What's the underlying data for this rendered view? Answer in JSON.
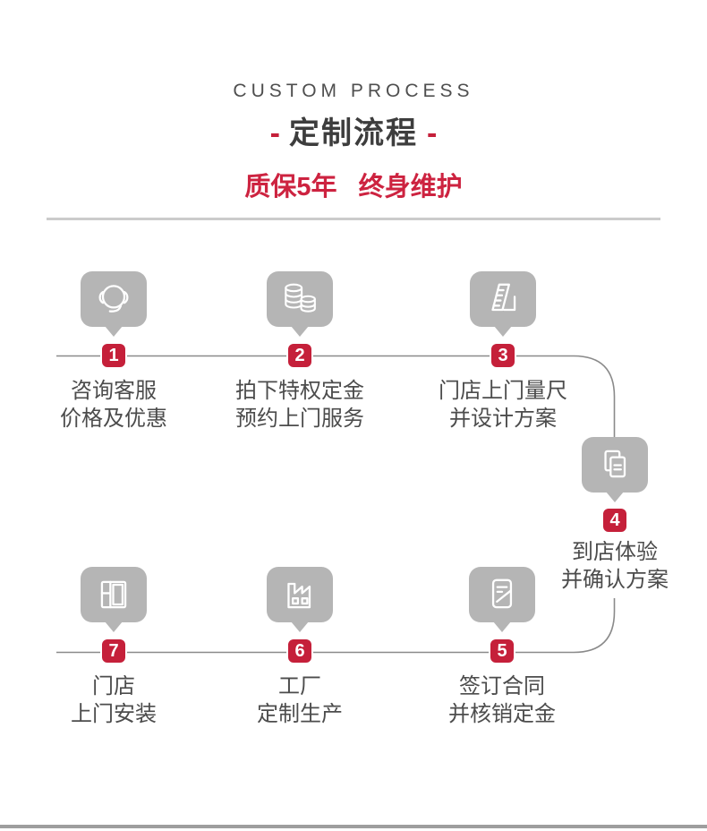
{
  "header": {
    "eyebrow": "CUSTOM PROCESS",
    "title_dash_left": "-",
    "title": "定制流程",
    "title_dash_right": "-",
    "warranty": "质保5年",
    "maintenance": "终身维护"
  },
  "colors": {
    "accent_red": "#c5203a",
    "subtitle_red": "#cd2340",
    "bubble_gray": "#b5b5b5",
    "connector_gray": "#8a8a8a",
    "divider_gray": "#cbcbcb",
    "step_text": "#4c4c4c",
    "title_dark": "#3d3d3d"
  },
  "steps": [
    {
      "num": "1",
      "icon": "headset-icon",
      "line1": "咨询客服",
      "line2": "价格及优惠"
    },
    {
      "num": "2",
      "icon": "coins-icon",
      "line1": "拍下特权定金",
      "line2": "预约上门服务"
    },
    {
      "num": "3",
      "icon": "ruler-icon",
      "line1": "门店上门量尺",
      "line2": "并设计方案"
    },
    {
      "num": "4",
      "icon": "documents-icon",
      "line1": "到店体验",
      "line2": "并确认方案"
    },
    {
      "num": "5",
      "icon": "contract-icon",
      "line1": "签订合同",
      "line2": "并核销定金"
    },
    {
      "num": "6",
      "icon": "factory-icon",
      "line1": "工厂",
      "line2": "定制生产"
    },
    {
      "num": "7",
      "icon": "store-icon",
      "line1": "门店",
      "line2": "上门安装"
    }
  ]
}
